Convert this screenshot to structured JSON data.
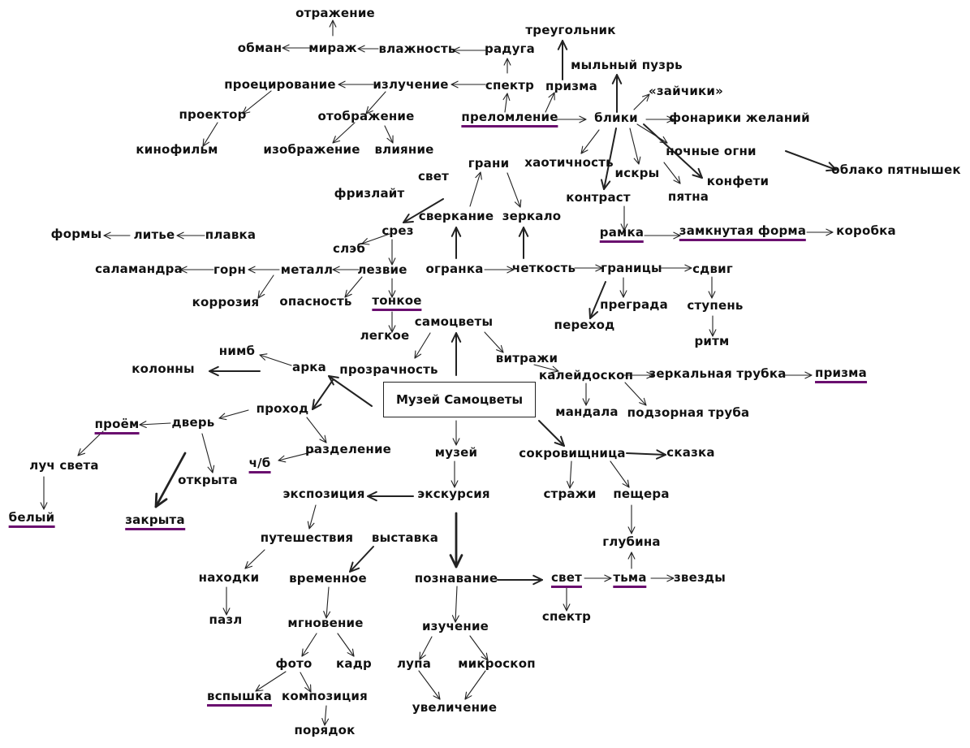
{
  "center": "Музей Самоцветы",
  "words": {
    "otrazhenie": "отражение",
    "obman": "обман",
    "mirazh": "мираж",
    "vlazhnost": "влажность",
    "raduga": "радуга",
    "treugolnik": "треугольник",
    "mylny_puzyr": "мыльный пузрь",
    "proetsirovanie": "проецирование",
    "izluchenie": "излучение",
    "spektr_top": "спектр",
    "prizma_top": "призма",
    "zaychiki": "«зайчики»",
    "proektor": "проектор",
    "otobrazhenie": "отображение",
    "prelomlenie": "преломление",
    "bliki": "блики",
    "fonariki": "фонарики желаний",
    "kinofilm": "кинофильм",
    "izobrazhenie": "изображение",
    "vliyanie": "влияние",
    "khaotichnost": "хаотичность",
    "nochnye_ogni": "ночные огни",
    "grani": "грани",
    "oblako": "облако пятнышек",
    "svet_top": "свет",
    "iskry": "искры",
    "konfeti": "конфети",
    "frizlayt": "фризлайт",
    "kontrast": "контраст",
    "pyatna": "пятна",
    "sverkanie": "сверкание",
    "zerkalo": "зеркало",
    "srez": "срез",
    "ramka": "рамка",
    "zamknutaya": "замкнутая форма",
    "korobka": "коробка",
    "formy": "формы",
    "lite": "литье",
    "plavka": "плавка",
    "sleb": "слэб",
    "salamandra": "саламандра",
    "gorn": "горн",
    "metall": "металл",
    "lezvie": "лезвие",
    "ogranka": "огранка",
    "chetkost": "четкость",
    "granitsy": "границы",
    "sdvig": "сдвиг",
    "korroziya": "коррозия",
    "opasnost": "опасность",
    "tonkoe": "тонкое",
    "pregrada": "преграда",
    "stupen": "ступень",
    "perekhod": "переход",
    "samotsvety": "самоцветы",
    "legkoe": "легкое",
    "ritm": "ритм",
    "nimb": "нимб",
    "vitrazhi": "витражи",
    "kolonny": "колонны",
    "arka": "арка",
    "prozrachnost": "прозрачность",
    "kaleidoskop": "калейдоскоп",
    "zerkalnaya_trubka": "зеркальная трубка",
    "prizma_right": "призма",
    "prokhod": "проход",
    "mandala": "мандала",
    "podzornaya": "подзорная труба",
    "proyom": "проём",
    "dver": "дверь",
    "razdelenie": "разделение",
    "muzey": "музей",
    "sokrovishchnitsa": "сокровищница",
    "skazka": "сказка",
    "luch_sveta": "луч света",
    "chb": "ч/б",
    "otkryta": "открыта",
    "ekspozitsiya": "экспозиция",
    "ekskursiya": "экскурсия",
    "strazhi": "стражи",
    "peshchera": "пещера",
    "bely": "белый",
    "zakryta": "закрыта",
    "puteshestviya": "путешествия",
    "vystavka": "выставка",
    "glubina": "глубина",
    "nakhodki": "находки",
    "vremennoe": "временное",
    "poznavanie": "познавание",
    "svet_bottom": "свет",
    "tma": "тьма",
    "zvezdy": "звезды",
    "pazl": "пазл",
    "spektr_bottom": "спектр",
    "mgnovenie": "мгновение",
    "izuchenie": "изучение",
    "foto": "фото",
    "kadr": "кадр",
    "lupa": "лупа",
    "mikroskop": "микроскоп",
    "vspyshka": "вспышка",
    "kompozitsiya": "композиция",
    "uvelichenie": "увеличение",
    "poryadok": "порядок"
  },
  "colors": {
    "text": "#111111",
    "arrow": "#222222",
    "underline": "#6a0f6f"
  }
}
